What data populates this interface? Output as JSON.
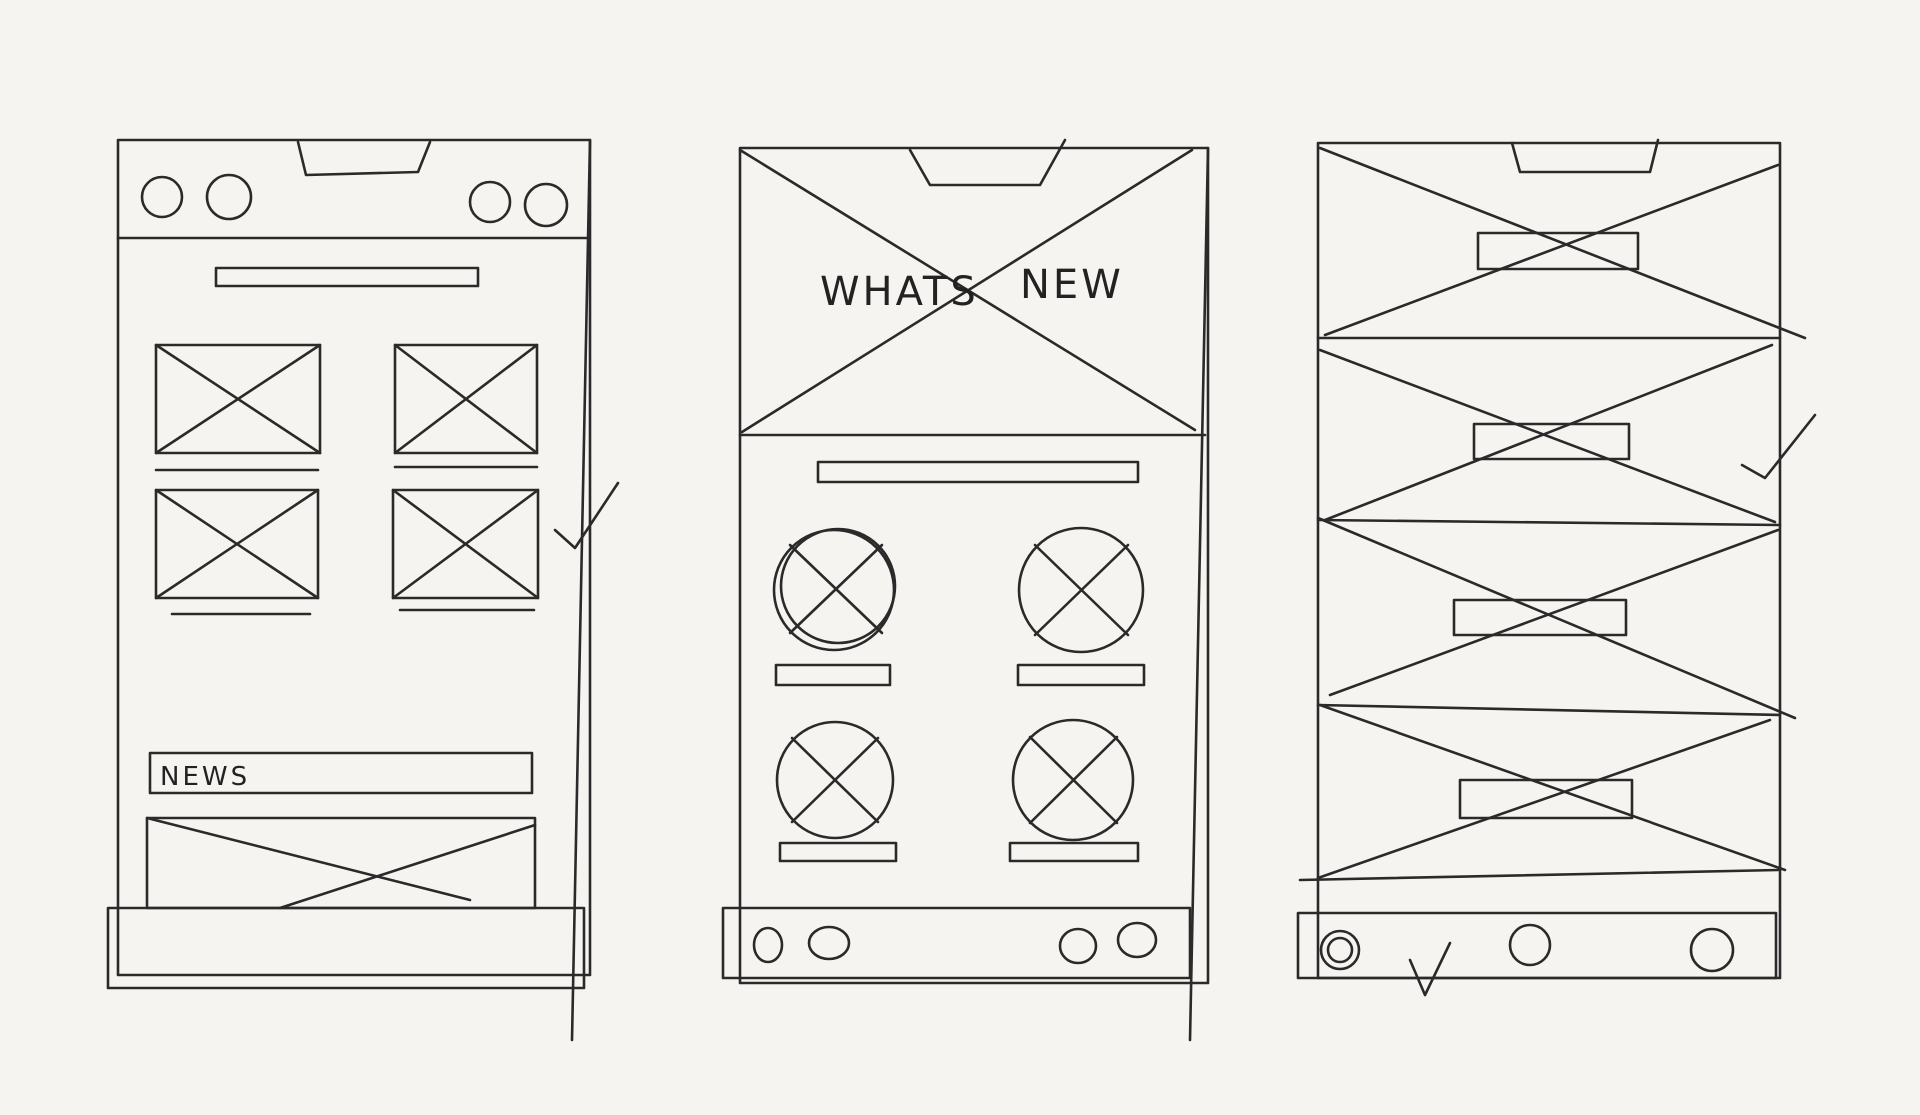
{
  "wireframes": {
    "home": {
      "news_label": "NEWS",
      "approval_mark": "check-mark"
    },
    "whats_new": {
      "hero_text_left": "WHATS",
      "hero_text_right": "NEW"
    },
    "categories": {
      "approval_mark": "check-mark",
      "tab_approval_mark": "check-mark"
    }
  },
  "colors": {
    "paper": "#f5f4f1",
    "ink": "#222222"
  }
}
